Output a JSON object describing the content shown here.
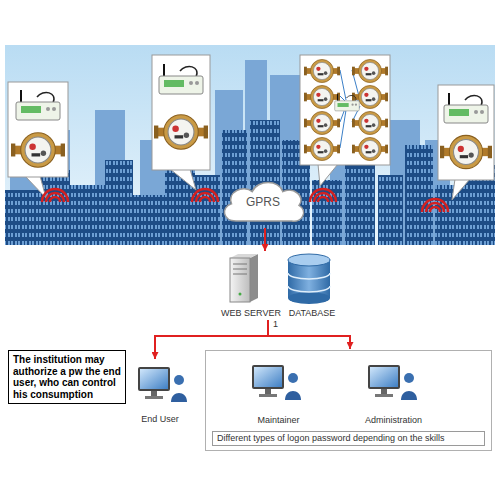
{
  "diagram": {
    "nodes": [
      {
        "text": [
          "GPRS"
        ]
      },
      {
        "text": [
          "WEB SERVER"
        ]
      },
      {
        "text": [
          "DATABASE"
        ]
      },
      {
        "text": [
          "The institution may authorize a pw the end user, who can control his consumption"
        ]
      },
      {
        "text": [
          "End User"
        ]
      },
      {
        "text": [
          "Different types of logon password depending on the skills"
        ]
      },
      {
        "text": [
          "Maintainer"
        ],
        "in": 5
      },
      {
        "text": [
          "Administration"
        ],
        "in": 5
      }
    ],
    "edges": [
      {
        "from": 0,
        "to": 1,
        "arrow": "to"
      },
      {
        "from": 1,
        "to": 4,
        "arrow": "to"
      },
      {
        "from": 1,
        "to": 5,
        "arrow": "to"
      }
    ],
    "labels": [
      "1"
    ]
  }
}
